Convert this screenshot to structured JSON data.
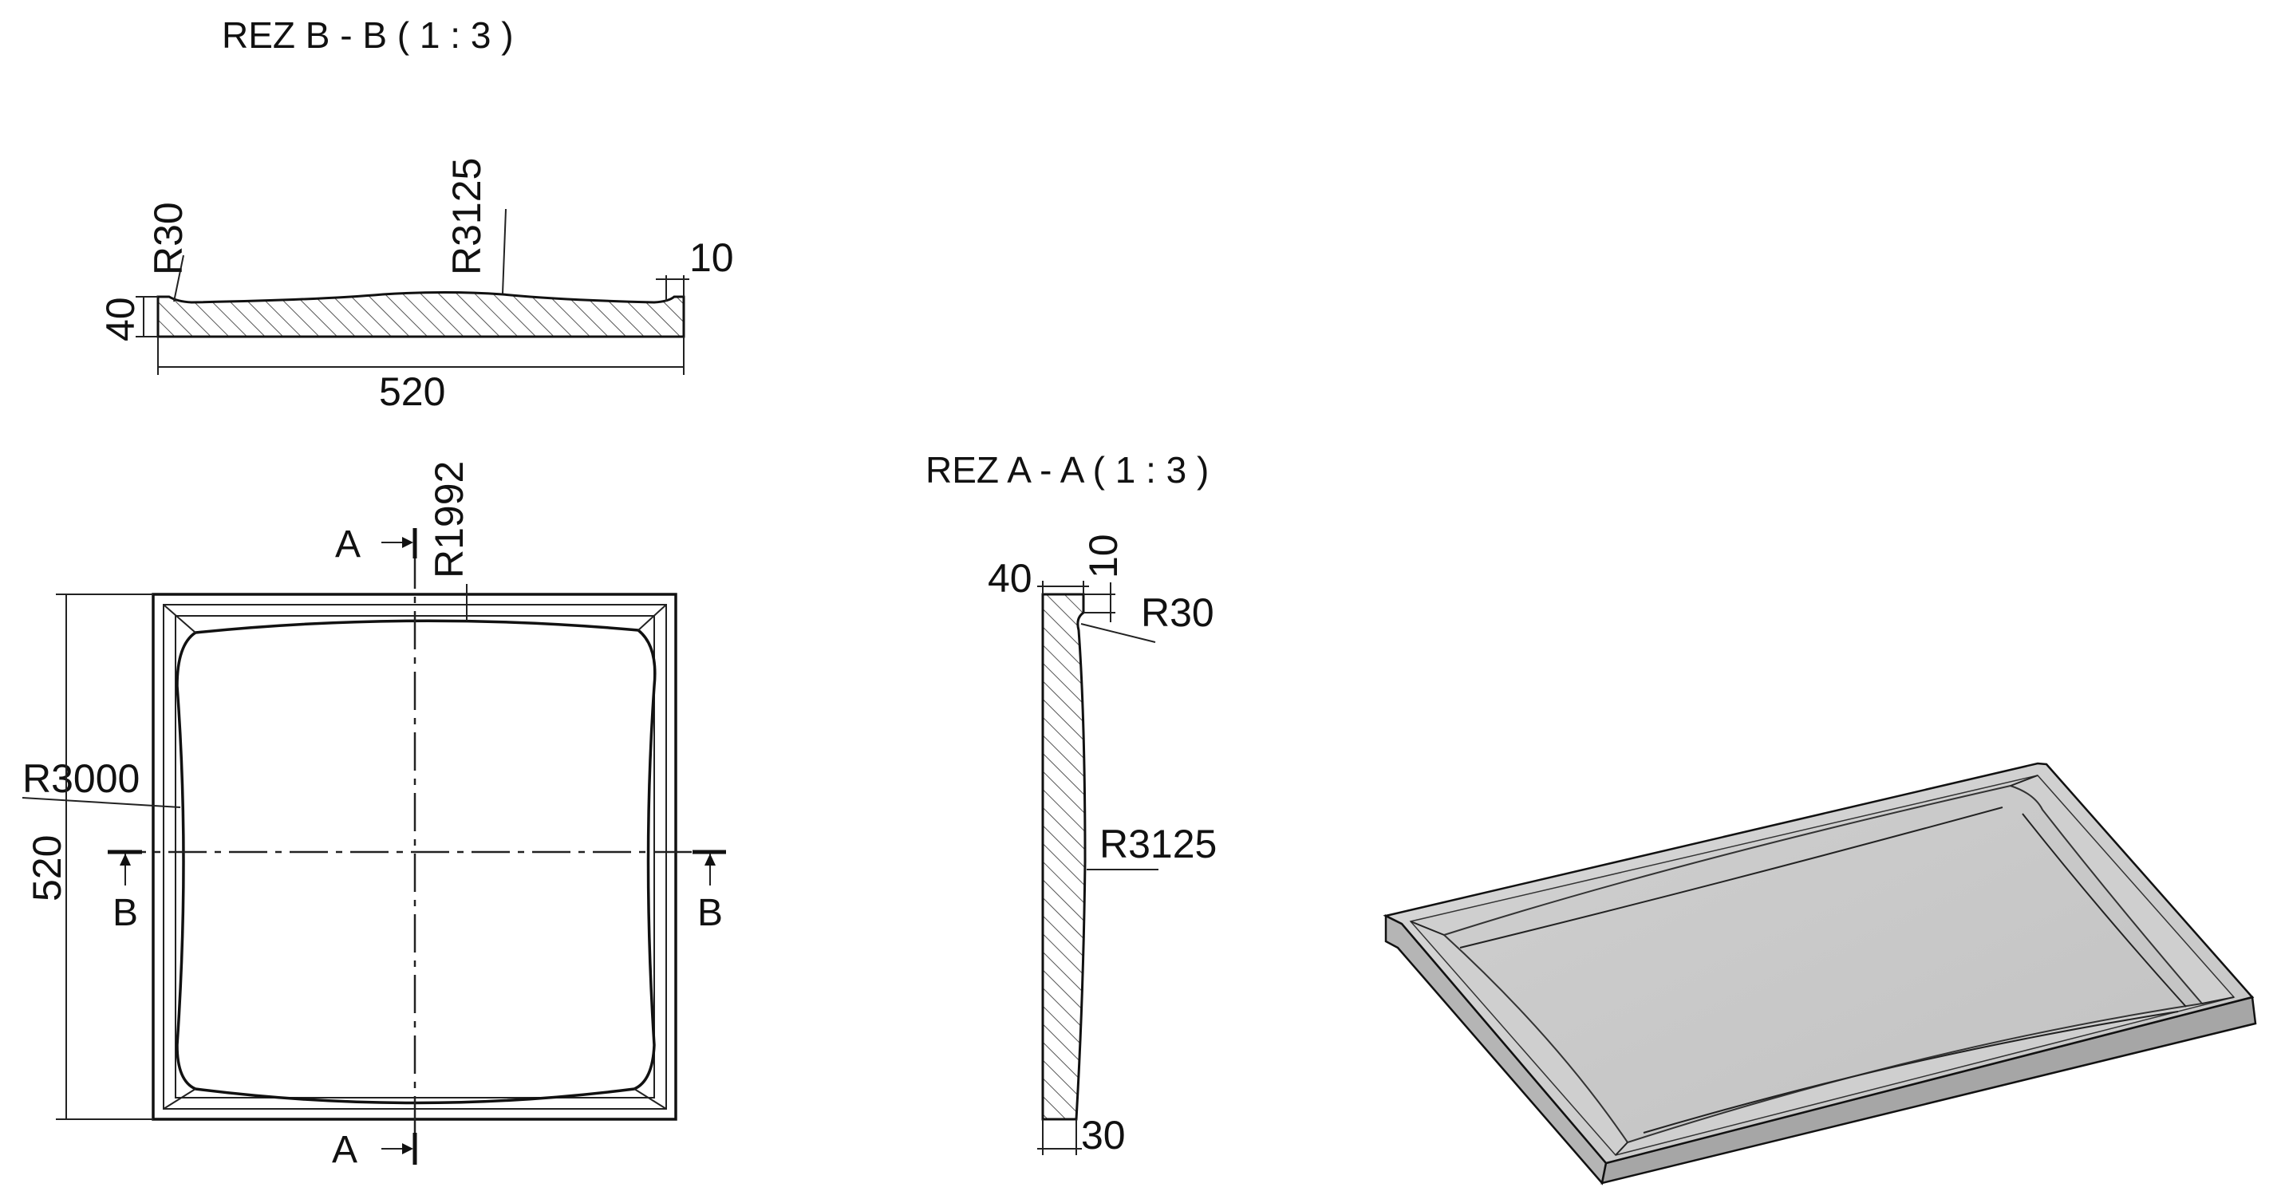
{
  "sections": {
    "b": {
      "title": "REZ B - B ( 1 : 3 )",
      "dim_radius_edge": "R30",
      "dim_radius_center": "R3125",
      "dim_rim": "10",
      "dim_height": "40",
      "dim_width": "520"
    },
    "a": {
      "title": "REZ A - A ( 1 : 3 )",
      "dim_height": "40",
      "dim_rim": "10",
      "dim_radius_edge": "R30",
      "dim_radius_center": "R3125",
      "dim_bottom": "30"
    }
  },
  "plan": {
    "dim_radius_top": "R1992",
    "dim_radius_side": "R3000",
    "dim_size": "520",
    "cut_a": "A",
    "cut_b": "B"
  },
  "colors": {
    "line": "#111111",
    "surface": "#c9c9c9",
    "surface_light": "#dcdcdc",
    "surface_dark": "#a9a9a9",
    "hatch": "#555555"
  }
}
